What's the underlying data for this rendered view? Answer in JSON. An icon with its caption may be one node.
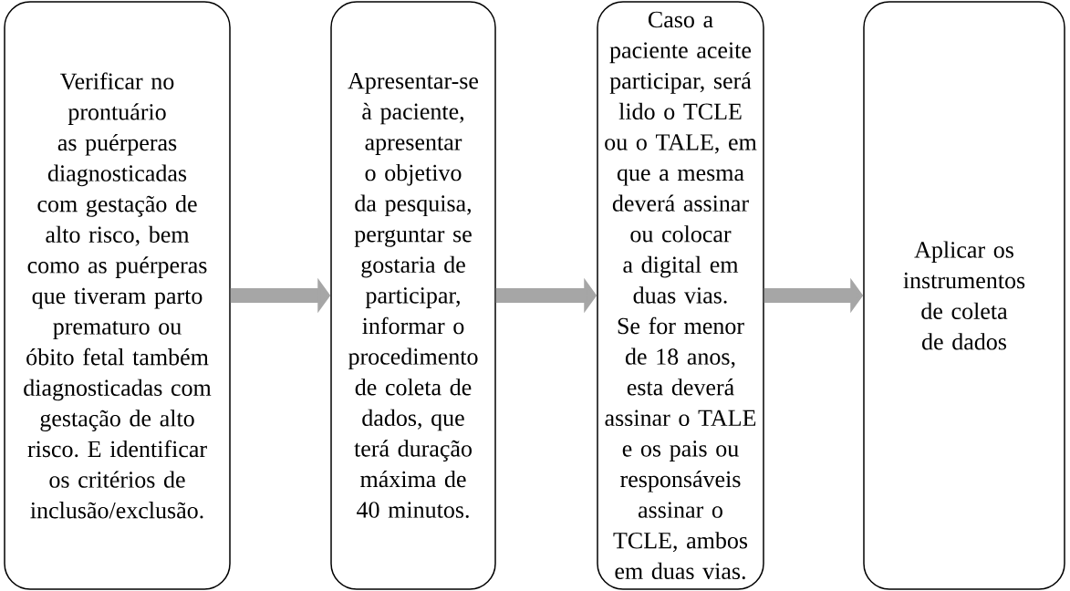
{
  "diagram": {
    "nodes": [
      {
        "text": [
          "Verificar no prontuário as puérperas diagnosticadas com gestação de alto risco, bem como as puérperas que tiveram parto prematuro ou óbito fetal também diagnosticadas com gestação de alto risco. E identificar os critérios de inclusão/exclusão."
        ]
      },
      {
        "text": [
          "Apresentar-se à paciente, apresentar o objetivo da pesquisa, perguntar se gostaria de participar, informar o procedimento de coleta de dados, que terá duração máxima de 40 minutos."
        ]
      },
      {
        "text": [
          "Caso a paciente aceite participar, será lido o TCLE ou o TALE, em que a mesma deverá assinar ou colocar a digital em duas vias. Se for menor de 18 anos, esta deverá assinar o TALE e os pais ou responsáveis assinar o TCLE, ambos em duas vias."
        ]
      },
      {
        "text": [
          "Aplicar os instrumentos de coleta de dados"
        ]
      }
    ],
    "edges": [
      {
        "from": 0,
        "to": 1,
        "arrow": "to"
      },
      {
        "from": 1,
        "to": 2,
        "arrow": "to"
      },
      {
        "from": 2,
        "to": 3,
        "arrow": "to"
      }
    ]
  }
}
